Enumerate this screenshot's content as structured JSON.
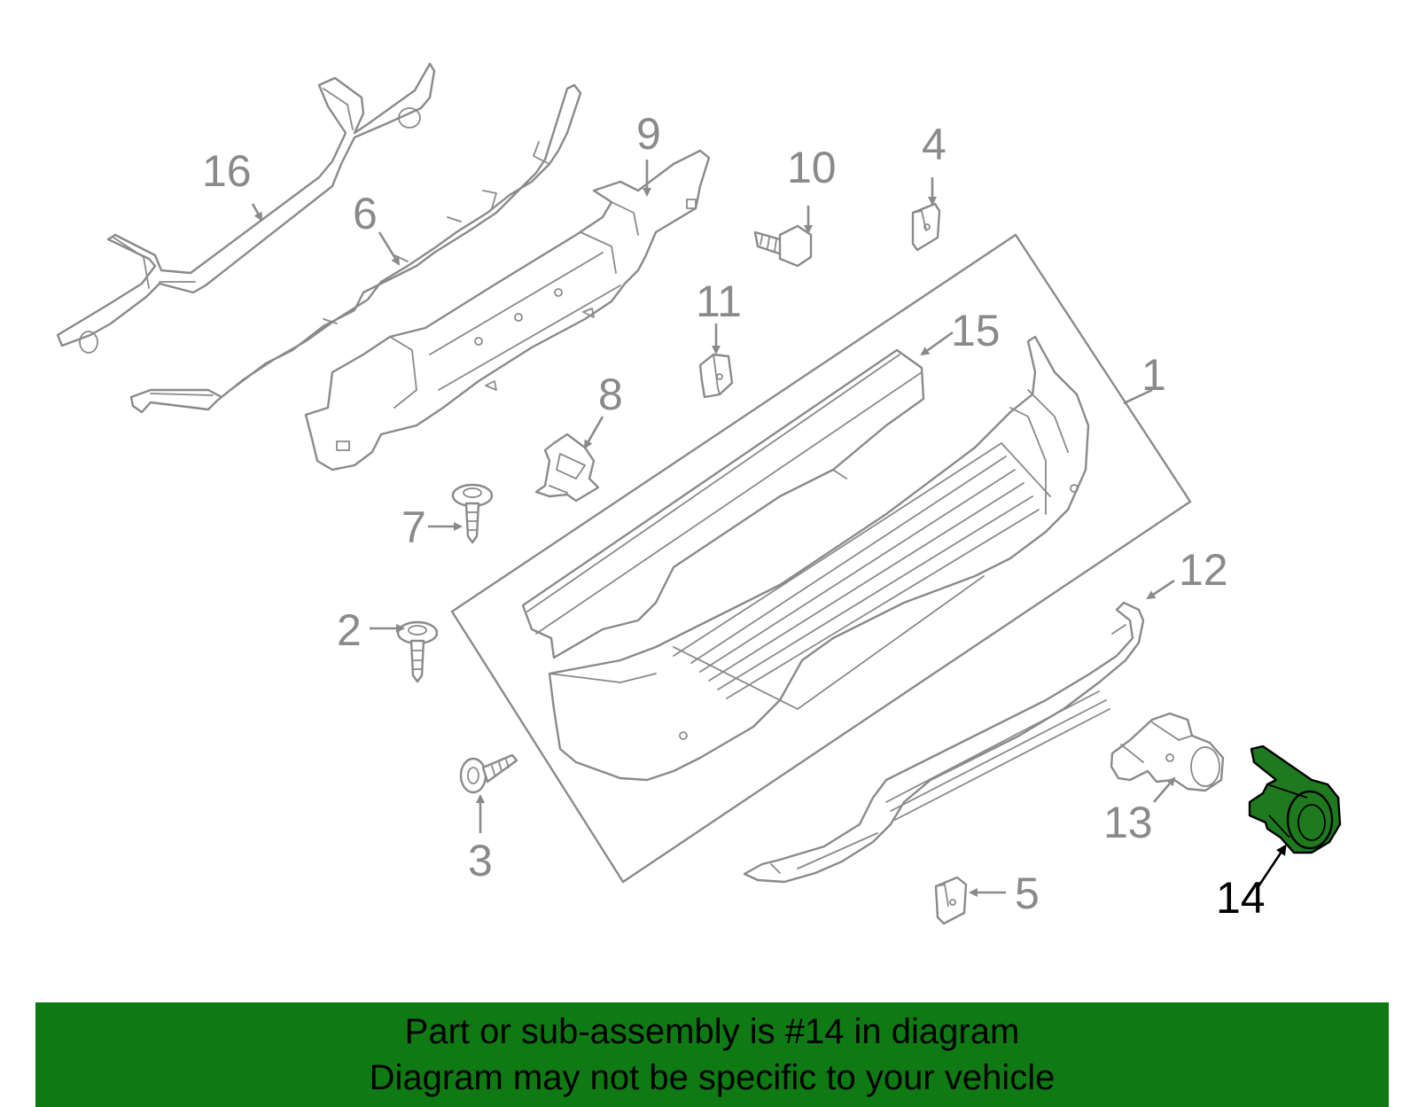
{
  "diagram": {
    "highlight_color": "#1f7a1f",
    "banner_color": "#0f7a14",
    "line_color": "#8a8a8a",
    "callouts": {
      "c1": "1",
      "c2": "2",
      "c3": "3",
      "c4": "4",
      "c5": "5",
      "c6": "6",
      "c7": "7",
      "c8": "8",
      "c9": "9",
      "c10": "10",
      "c11": "11",
      "c12": "12",
      "c13": "13",
      "c14": "14",
      "c15": "15",
      "c16": "16"
    },
    "highlighted_part": "14"
  },
  "banner": {
    "line1": "Part or sub-assembly is #14 in diagram",
    "line2": "Diagram may not be specific to your vehicle"
  }
}
